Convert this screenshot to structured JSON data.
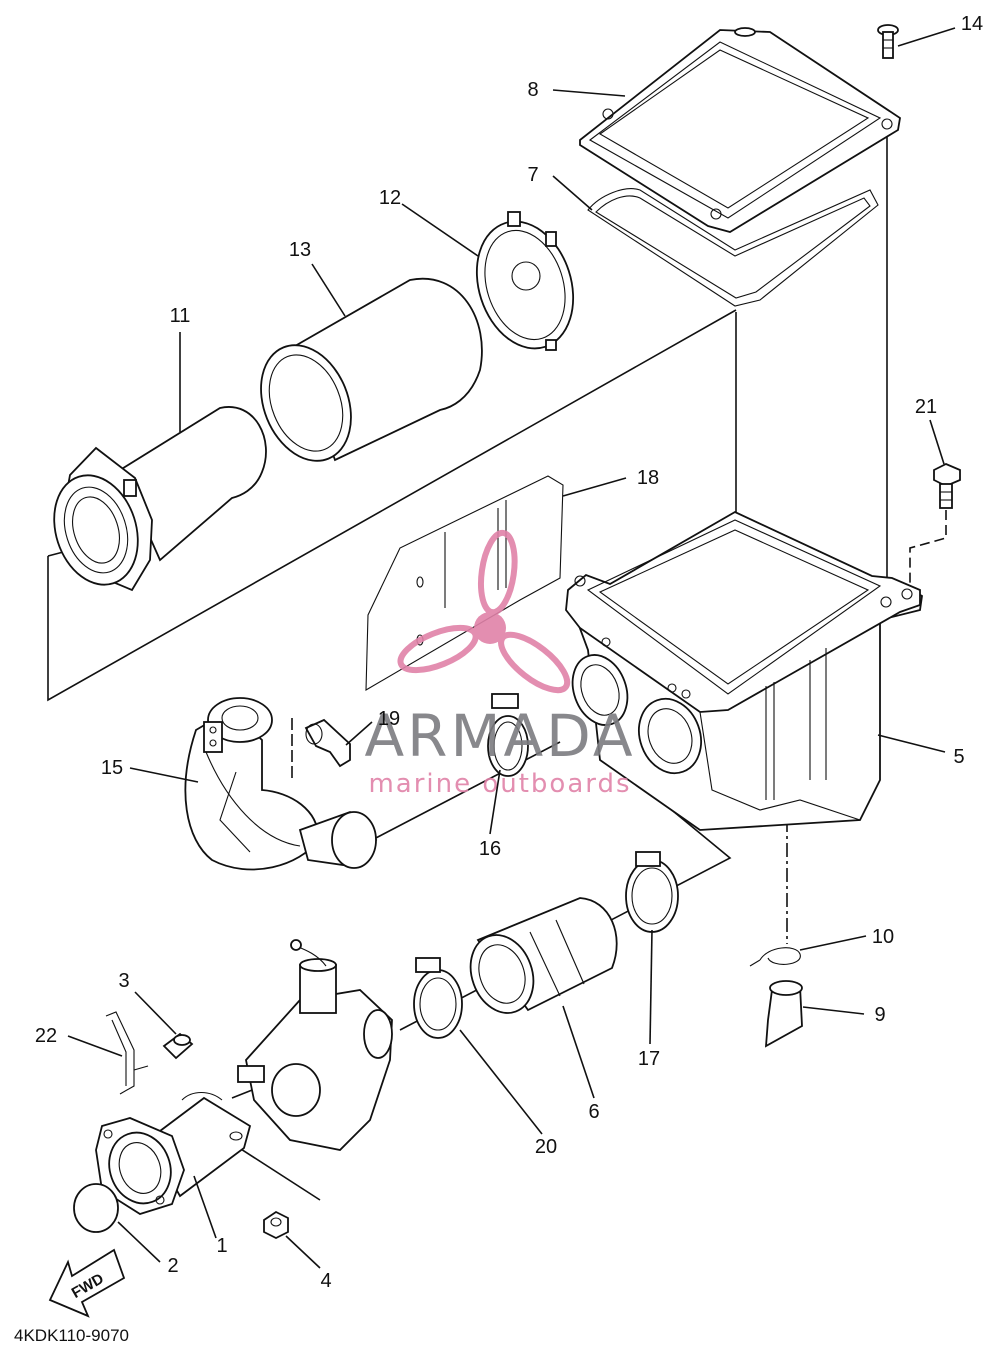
{
  "diagram": {
    "callouts": [
      "1",
      "2",
      "3",
      "4",
      "5",
      "6",
      "7",
      "8",
      "9",
      "10",
      "11",
      "12",
      "13",
      "14",
      "15",
      "16",
      "17",
      "18",
      "19",
      "20",
      "21",
      "22"
    ],
    "part_code": "4KDK110-9070",
    "direction_arrow": "FWD"
  },
  "watermark": {
    "brand": "ARMADA",
    "tagline": "marine outboards",
    "colors": {
      "brand": "#7c7c80",
      "tagline": "#e082a8"
    },
    "logo_icon": "propeller-icon"
  }
}
